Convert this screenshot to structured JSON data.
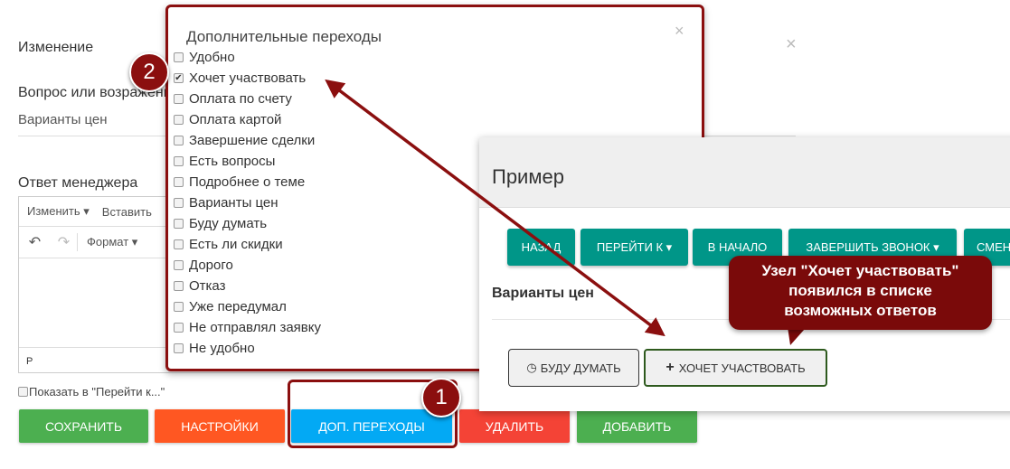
{
  "background_form": {
    "title": "Изменение",
    "close": "×",
    "question_label": "Вопрос или возражение",
    "question_value": "Варианты цен",
    "answer_label": "Ответ менеджера",
    "editor": {
      "menu": [
        "Изменить",
        "Вставить"
      ],
      "format": "Формат",
      "status": "P"
    },
    "show_in_goto": "Показать в \"Перейти к...\"",
    "buttons": {
      "save": "Сохранить",
      "settings": "Настройки",
      "extra": "Доп. переходы",
      "delete": "Удалить",
      "add": "Добавить"
    },
    "colors": {
      "save": "#4caf50",
      "settings": "#ff5722",
      "extra": "#03a9f4",
      "delete": "#f44336",
      "add": "#4caf50"
    }
  },
  "popup": {
    "title": "Дополнительные переходы",
    "close": "×",
    "items": [
      {
        "label": "Удобно",
        "checked": false
      },
      {
        "label": "Хочет участвовать",
        "checked": true
      },
      {
        "label": "Оплата по счету",
        "checked": false
      },
      {
        "label": "Оплата картой",
        "checked": false
      },
      {
        "label": "Завершение сделки",
        "checked": false
      },
      {
        "label": "Есть вопросы",
        "checked": false
      },
      {
        "label": "Подробнее о теме",
        "checked": false
      },
      {
        "label": "Варианты цен",
        "checked": false
      },
      {
        "label": "Буду думать",
        "checked": false
      },
      {
        "label": "Есть ли скидки",
        "checked": false
      },
      {
        "label": "Дорого",
        "checked": false
      },
      {
        "label": "Отказ",
        "checked": false
      },
      {
        "label": "Уже передумал",
        "checked": false
      },
      {
        "label": "Не отправлял заявку",
        "checked": false
      },
      {
        "label": "Не удобно",
        "checked": false
      }
    ]
  },
  "example": {
    "title": "Пример",
    "nav": [
      "НАЗАД",
      "ПЕРЕЙТИ К",
      "В НАЧАЛО",
      "ЗАВЕРШИТЬ ЗВОНОК",
      "СМЕН"
    ],
    "question": "Варианты цен",
    "answers": [
      "БУДУ ДУМАТЬ",
      "ХОЧЕТ УЧАСТВОВАТЬ"
    ]
  },
  "callout": "Узел \"Хочет участвовать\" появился в списке возможных ответов",
  "badges": [
    "1",
    "2"
  ]
}
